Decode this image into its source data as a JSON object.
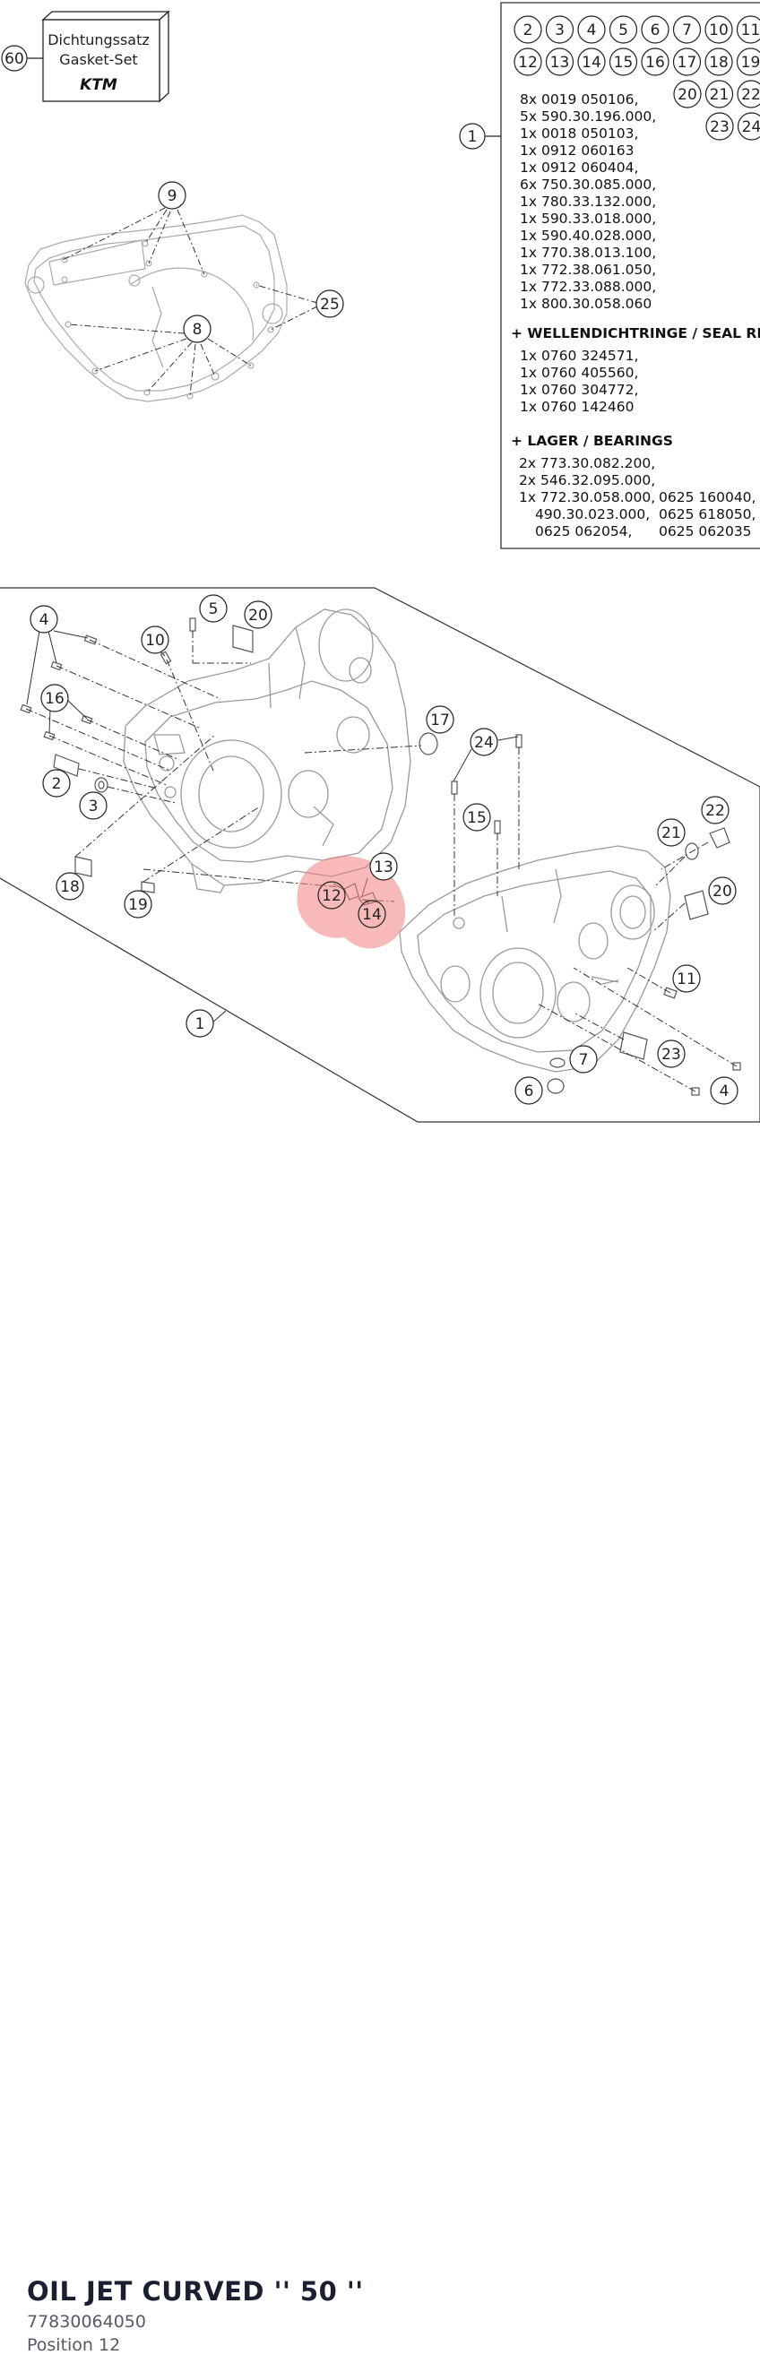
{
  "gasket_box": {
    "line1": "Dichtungssatz",
    "line2": "Gasket-Set",
    "brand": "KTM",
    "callout": "60"
  },
  "parts_list": {
    "callouts_row1": [
      "2",
      "3",
      "4",
      "5",
      "6",
      "7",
      "10",
      "11"
    ],
    "callouts_row2": [
      "12",
      "13",
      "14",
      "15",
      "16",
      "17",
      "18",
      "19"
    ],
    "callouts_row3": [
      "20",
      "21",
      "22"
    ],
    "callouts_row4": [
      "23",
      "24"
    ],
    "main_callout": "1",
    "lines": [
      "8x 0019 050106,",
      "5x 590.30.196.000,",
      "1x 0018 050103,",
      "1x 0912 060163",
      "1x 0912 060404,",
      "6x 750.30.085.000,",
      "1x 780.33.132.000,",
      "1x 590.33.018.000,",
      "1x 590.40.028.000,",
      "1x 770.38.013.100,",
      "1x 772.38.061.050,",
      "1x 772.33.088.000,",
      "1x 800.30.058.060"
    ],
    "seal_heading": "+ WELLENDICHTRINGE / SEAL RINGS",
    "seal_lines": [
      "1x 0760 324571,",
      "1x 0760 405560,",
      "1x 0760 304772,",
      "1x 0760 142460"
    ],
    "bearing_heading": "+ LAGER / BEARINGS",
    "bearing_lines": [
      "2x 773.30.082.200,",
      "2x 546.32.095.000,",
      "1x 772.30.058.000,",
      "490.30.023.000,",
      "0625 062054,"
    ],
    "bearing_lines_col2": [
      "0625 160040,",
      "0625 618050,",
      "0625 062035"
    ]
  },
  "gasket_callouts": [
    "9",
    "8",
    "25"
  ],
  "exploded_callouts": [
    "4",
    "5",
    "20",
    "10",
    "16",
    "2",
    "3",
    "18",
    "19",
    "17",
    "24",
    "15",
    "13",
    "12",
    "14",
    "22",
    "21",
    "20",
    "11",
    "23",
    "7",
    "6",
    "4",
    "1"
  ],
  "highlight_color": "#f08080",
  "part": {
    "title": "OIL JET CURVED '' 50 ''",
    "number": "77830064050",
    "position": "Position 12"
  }
}
